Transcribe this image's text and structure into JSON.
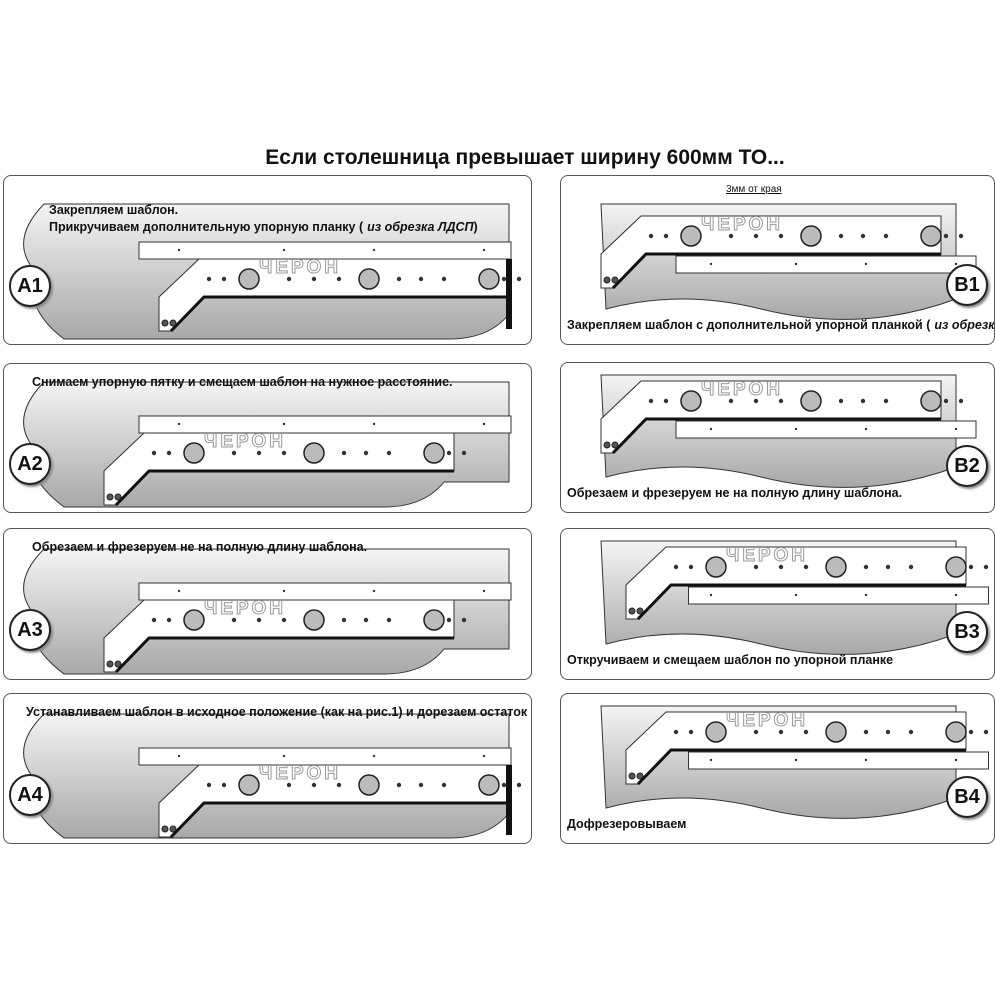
{
  "title": "Если столешница превышает ширину 600мм ТО...",
  "logo_text": "ЧЕРОН",
  "panels": [
    {
      "id": "a1",
      "badge": "A1",
      "caption_lines": [
        "Закрепляем шаблон.",
        "Прикручиваем дополнительную упорную планку ("
      ],
      "caption_italic": "из обрезка ЛДСП",
      "caption_end": ")"
    },
    {
      "id": "a2",
      "badge": "A2",
      "caption_lines": [
        "Снимаем упорную пятку и смещаем шаблон на нужное расстояние."
      ]
    },
    {
      "id": "a3",
      "badge": "A3",
      "caption_lines": [
        "Обрезаем и фрезеруем не на полную длину шаблона."
      ]
    },
    {
      "id": "a4",
      "badge": "A4",
      "caption_lines": [
        "Устанавливаем шаблон в исходное положение (как на рис.1) и дорезаем остаток"
      ]
    },
    {
      "id": "b1",
      "badge": "B1",
      "note": "3мм от края",
      "caption_lines": [
        "Закрепляем шаблон с дополнительной упорной планкой ("
      ],
      "caption_italic": "из обрезка ЛДСП",
      "caption_end": ")"
    },
    {
      "id": "b2",
      "badge": "B2",
      "caption_lines": [
        "Обрезаем и фрезеруем не на полную длину шаблона."
      ]
    },
    {
      "id": "b3",
      "badge": "B3",
      "caption_lines": [
        "Откручиваем и смещаем шаблон по упорной планке"
      ]
    },
    {
      "id": "b4",
      "badge": "B4",
      "caption_lines": [
        "Дофрезеровываем"
      ]
    }
  ],
  "colors": {
    "countertop": "#c8c8c8",
    "border": "#555555",
    "template": "#ffffff",
    "edge": "#111111"
  }
}
